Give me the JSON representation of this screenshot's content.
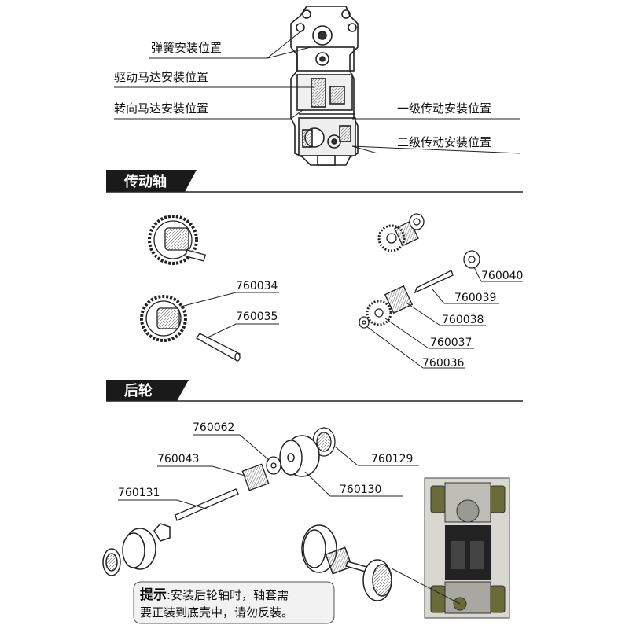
{
  "top_labels": {
    "spring": "弹簧安装位置",
    "drive_motor": "驱动马达安装位置",
    "steer_motor": "转向马达安装位置",
    "stage1": "一级传动安装位置",
    "stage2": "二级传动安装位置"
  },
  "sections": {
    "shaft": "传动轴",
    "rear": "后轮"
  },
  "parts": {
    "p760034": "760034",
    "p760035": "760035",
    "p760040": "760040",
    "p760039": "760039",
    "p760038": "760038",
    "p760037": "760037",
    "p760036": "760036",
    "p760062": "760062",
    "p760043": "760043",
    "p760131": "760131",
    "p760129": "760129",
    "p760130": "760130"
  },
  "tip": {
    "title": "提示",
    "line1": ":安装后轮轴时，轴套需",
    "line2": "要正装到底壳中，请勿反装。"
  },
  "colors": {
    "section_bg": "#1a1a1a",
    "chassis_green": "#6b6b3a",
    "line": "#222222"
  }
}
